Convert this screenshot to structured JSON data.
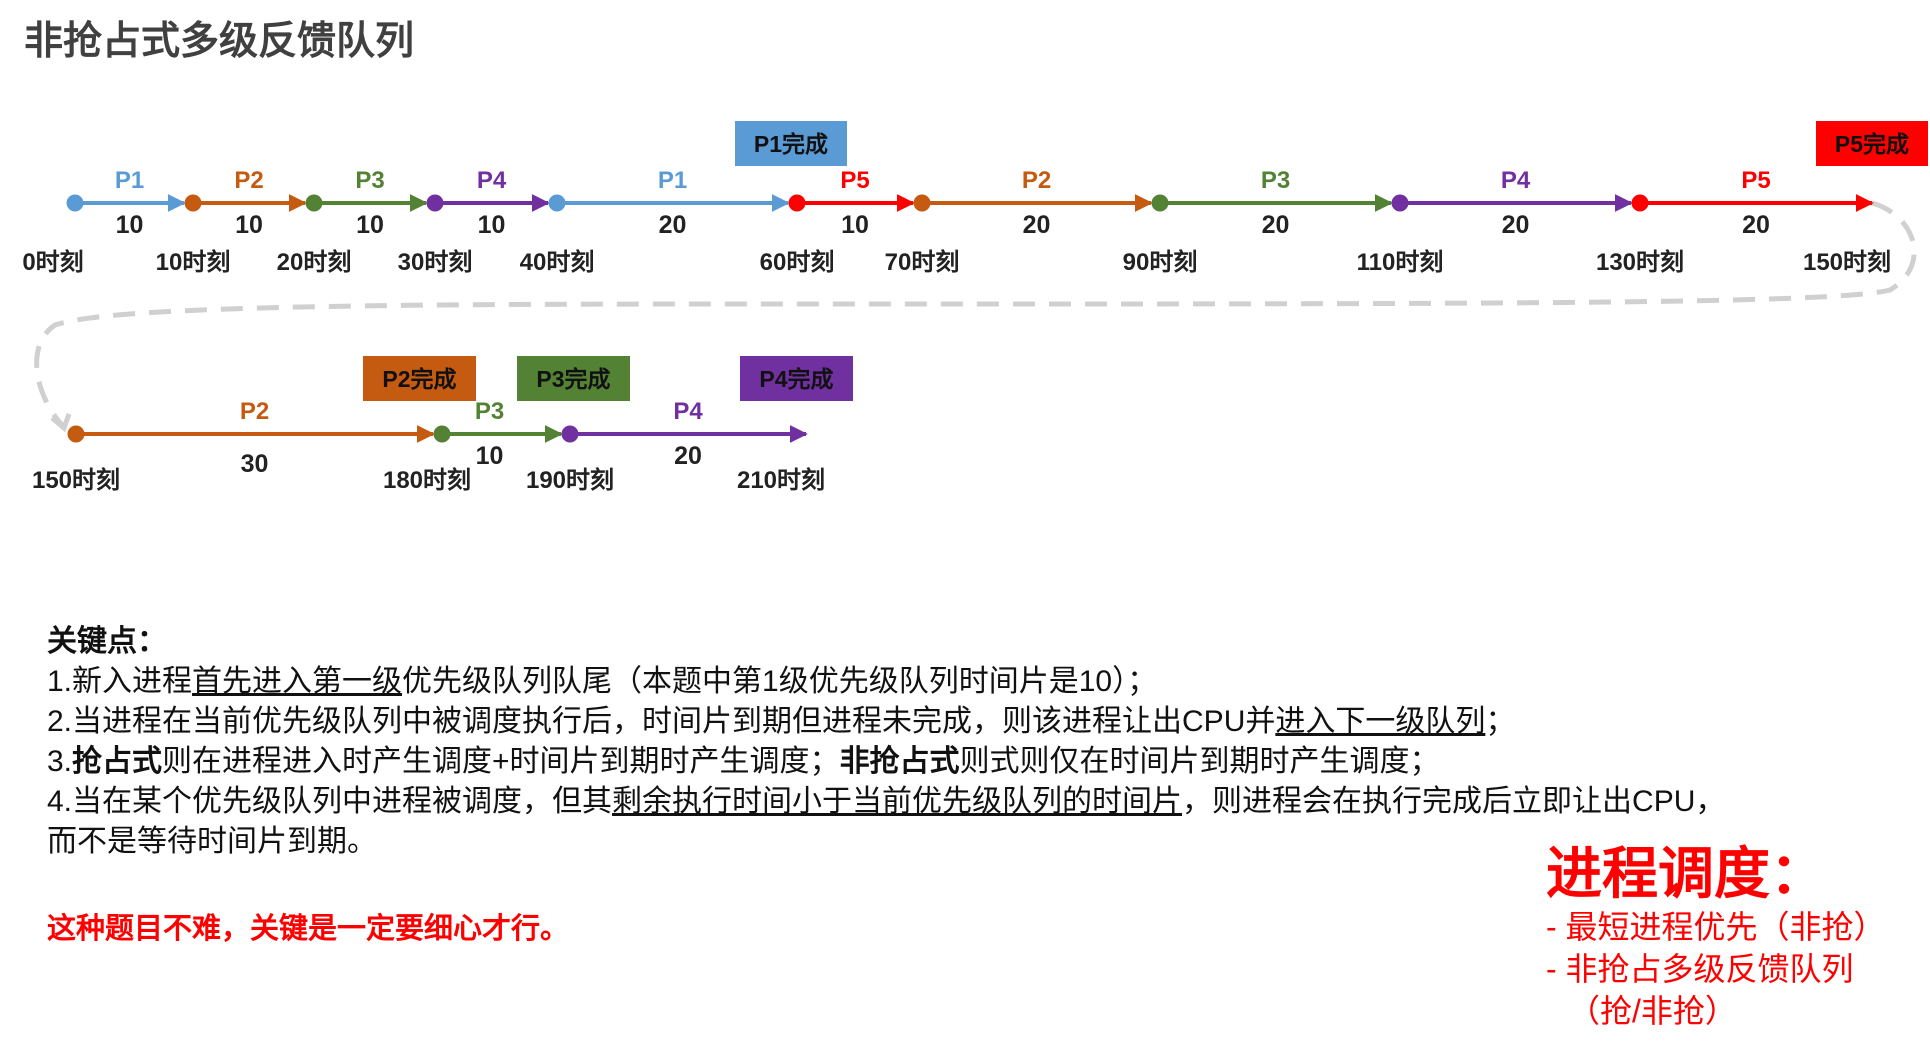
{
  "title": "非抢占式多级反馈队列",
  "colors": {
    "P1": "#5b9bd5",
    "P2": "#c55a11",
    "P3": "#548235",
    "P4": "#7030a0",
    "P5": "#ff0000",
    "loop": "#d0d0d0"
  },
  "timeline": {
    "row1": {
      "segments": [
        {
          "process": "P1",
          "duration": "10"
        },
        {
          "process": "P2",
          "duration": "10"
        },
        {
          "process": "P3",
          "duration": "10"
        },
        {
          "process": "P4",
          "duration": "10"
        },
        {
          "process": "P1",
          "duration": "20"
        },
        {
          "process": "P5",
          "duration": "10"
        },
        {
          "process": "P2",
          "duration": "20"
        },
        {
          "process": "P3",
          "duration": "20"
        },
        {
          "process": "P4",
          "duration": "20"
        },
        {
          "process": "P5",
          "duration": "20"
        }
      ],
      "time_labels": [
        "0时刻",
        "10时刻",
        "20时刻",
        "30时刻",
        "40时刻",
        "60时刻",
        "70时刻",
        "90时刻",
        "110时刻",
        "130时刻",
        "150时刻"
      ]
    },
    "row2": {
      "segments": [
        {
          "process": "P2",
          "duration": "30"
        },
        {
          "process": "P3",
          "duration": "10"
        },
        {
          "process": "P4",
          "duration": "20"
        }
      ],
      "time_labels": [
        "150时刻",
        "180时刻",
        "190时刻",
        "210时刻"
      ]
    },
    "badges": [
      {
        "label": "P1完成",
        "process": "P1"
      },
      {
        "label": "P5完成",
        "process": "P5"
      },
      {
        "label": "P2完成",
        "process": "P2"
      },
      {
        "label": "P3完成",
        "process": "P3"
      },
      {
        "label": "P4完成",
        "process": "P4"
      }
    ]
  },
  "notes": {
    "heading": "关键点：",
    "l1_a": "1.新入进程",
    "l1_u": "首先进入第一级",
    "l1_b": "优先级队列队尾（本题中第1级优先级队列时间片是10）；",
    "l2_a": "2.当进程在当前优先级队列中被调度执行后，时间片到期但进程未完成，则该进程让出CPU并",
    "l2_u": "进入下一级队列",
    "l2_b": "；",
    "l3_a": "3.",
    "l3_b1": "抢占式",
    "l3_c": "则在进程进入时产生调度+时间片到期时产生调度；",
    "l3_b2": "非抢占式",
    "l3_d": "则式则仅在时间片到期时产生调度；",
    "l4_a": "4.当在某个优先级队列中进程被调度，但其",
    "l4_u": "剩余执行时间小于当前优先级队列的时间片",
    "l4_b": "，则进程会在执行完成后立即让出CPU，",
    "l5": "而不是等待时间片到期。"
  },
  "warning": "这种题目不难，关键是一定要细心才行。",
  "side": {
    "heading": "进程调度：",
    "item1": "- 最短进程优先（非抢）",
    "item2": "- 非抢占多级反馈队列",
    "item3": "（抢/非抢）"
  }
}
